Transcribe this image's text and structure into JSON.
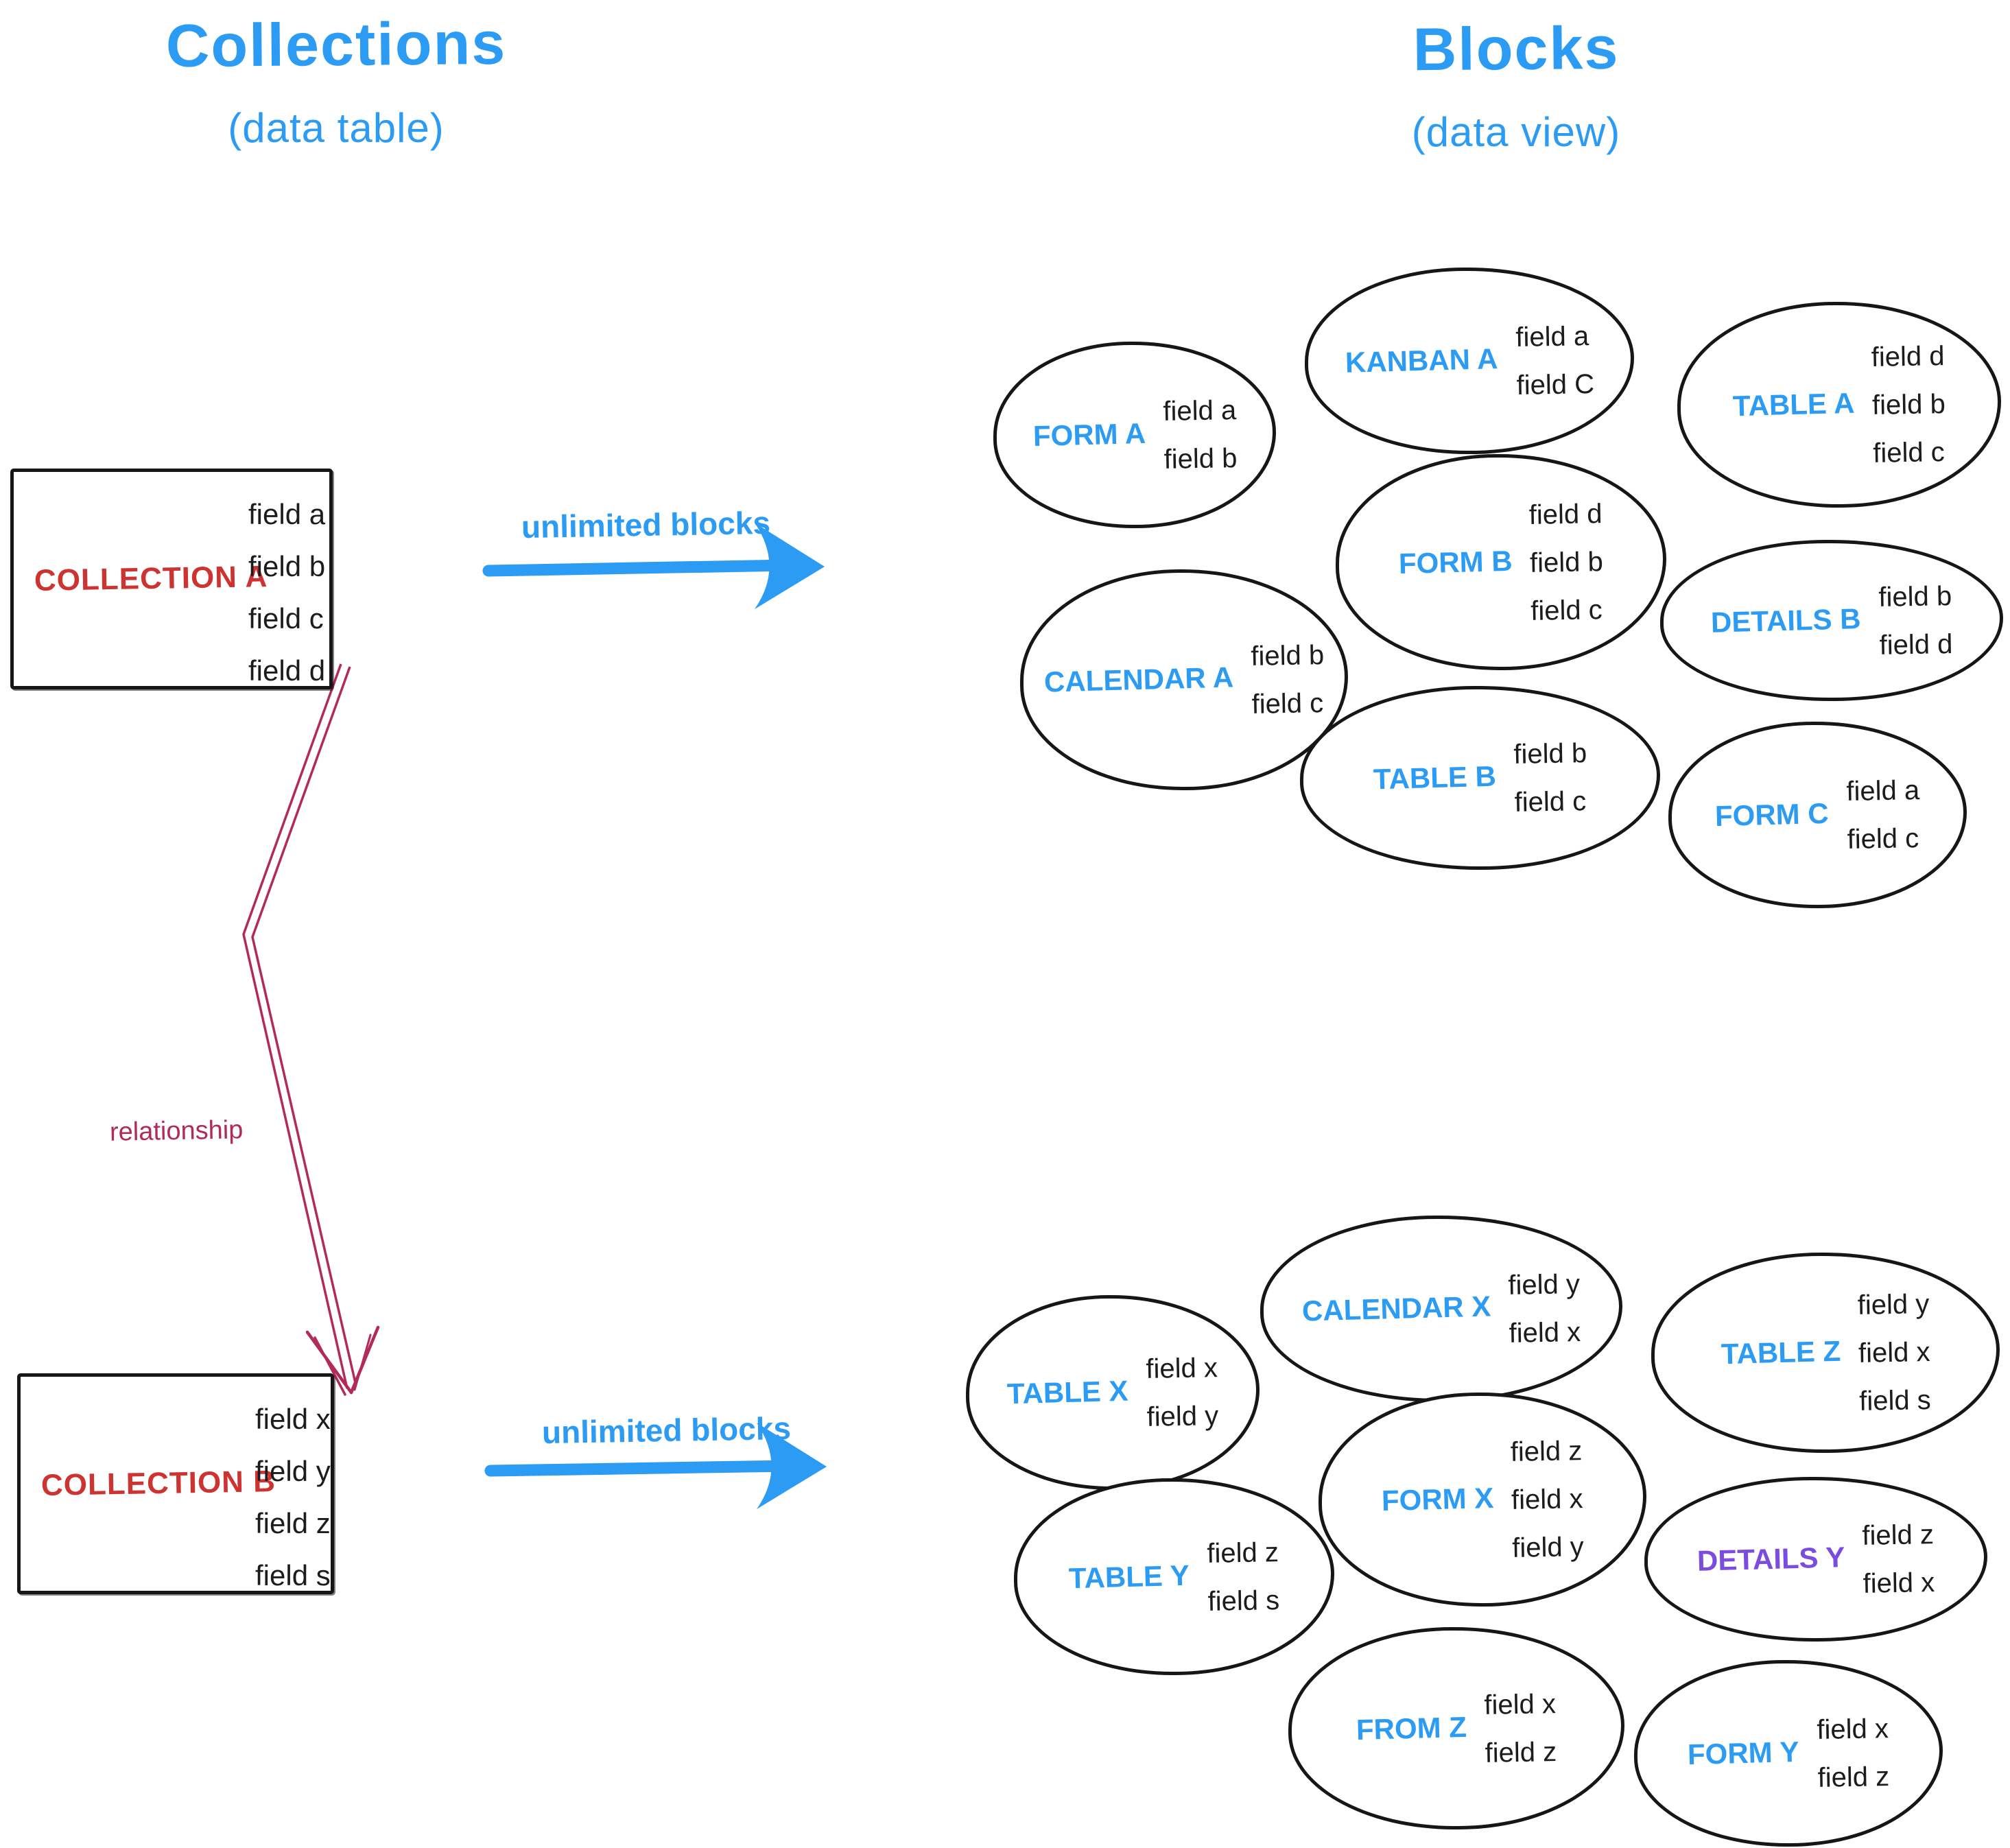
{
  "colors": {
    "blue": "#2b9bf4",
    "red": "#cd3431",
    "crimson": "#b12a5a",
    "purple": "#7b4ce0",
    "ink": "#161616"
  },
  "left_column": {
    "title": "Collections",
    "subtitle": "(data table)",
    "relationship_label": "relationship"
  },
  "right_column": {
    "title": "Blocks",
    "subtitle": "(data view)"
  },
  "collections": [
    {
      "name": "COLLECTION A",
      "fields": [
        "field a",
        "field b",
        "field c",
        "field d"
      ],
      "arrow_label": "unlimited blocks"
    },
    {
      "name": "COLLECTION B",
      "fields": [
        "field x",
        "field y",
        "field z",
        "field s"
      ],
      "arrow_label": "unlimited blocks"
    }
  ],
  "blocks_a": [
    {
      "name": "FORM A",
      "fields": [
        "field a",
        "field b"
      ]
    },
    {
      "name": "KANBAN A",
      "fields": [
        "field a",
        "field C"
      ]
    },
    {
      "name": "TABLE A",
      "fields": [
        "field d",
        "field b",
        "field c"
      ]
    },
    {
      "name": "FORM B",
      "fields": [
        "field d",
        "field b",
        "field c"
      ]
    },
    {
      "name": "CALENDAR A",
      "fields": [
        "field b",
        "field c"
      ]
    },
    {
      "name": "DETAILS B",
      "fields": [
        "field b",
        "field d"
      ]
    },
    {
      "name": "TABLE B",
      "fields": [
        "field b",
        "field c"
      ]
    },
    {
      "name": "FORM C",
      "fields": [
        "field a",
        "field c"
      ]
    }
  ],
  "blocks_b": [
    {
      "name": "TABLE X",
      "fields": [
        "field x",
        "field y"
      ]
    },
    {
      "name": "CALENDAR X",
      "fields": [
        "field y",
        "field x"
      ]
    },
    {
      "name": "TABLE Z",
      "fields": [
        "field y",
        "field x",
        "field s"
      ]
    },
    {
      "name": "TABLE Y",
      "fields": [
        "field z",
        "field s"
      ]
    },
    {
      "name": "FORM X",
      "fields": [
        "field z",
        "field x",
        "field y"
      ]
    },
    {
      "name": "DETAILS Y",
      "fields": [
        "field z",
        "field x"
      ]
    },
    {
      "name": "FROM Z",
      "fields": [
        "field x",
        "field z"
      ]
    },
    {
      "name": "FORM Y",
      "fields": [
        "field x",
        "field z"
      ]
    }
  ]
}
